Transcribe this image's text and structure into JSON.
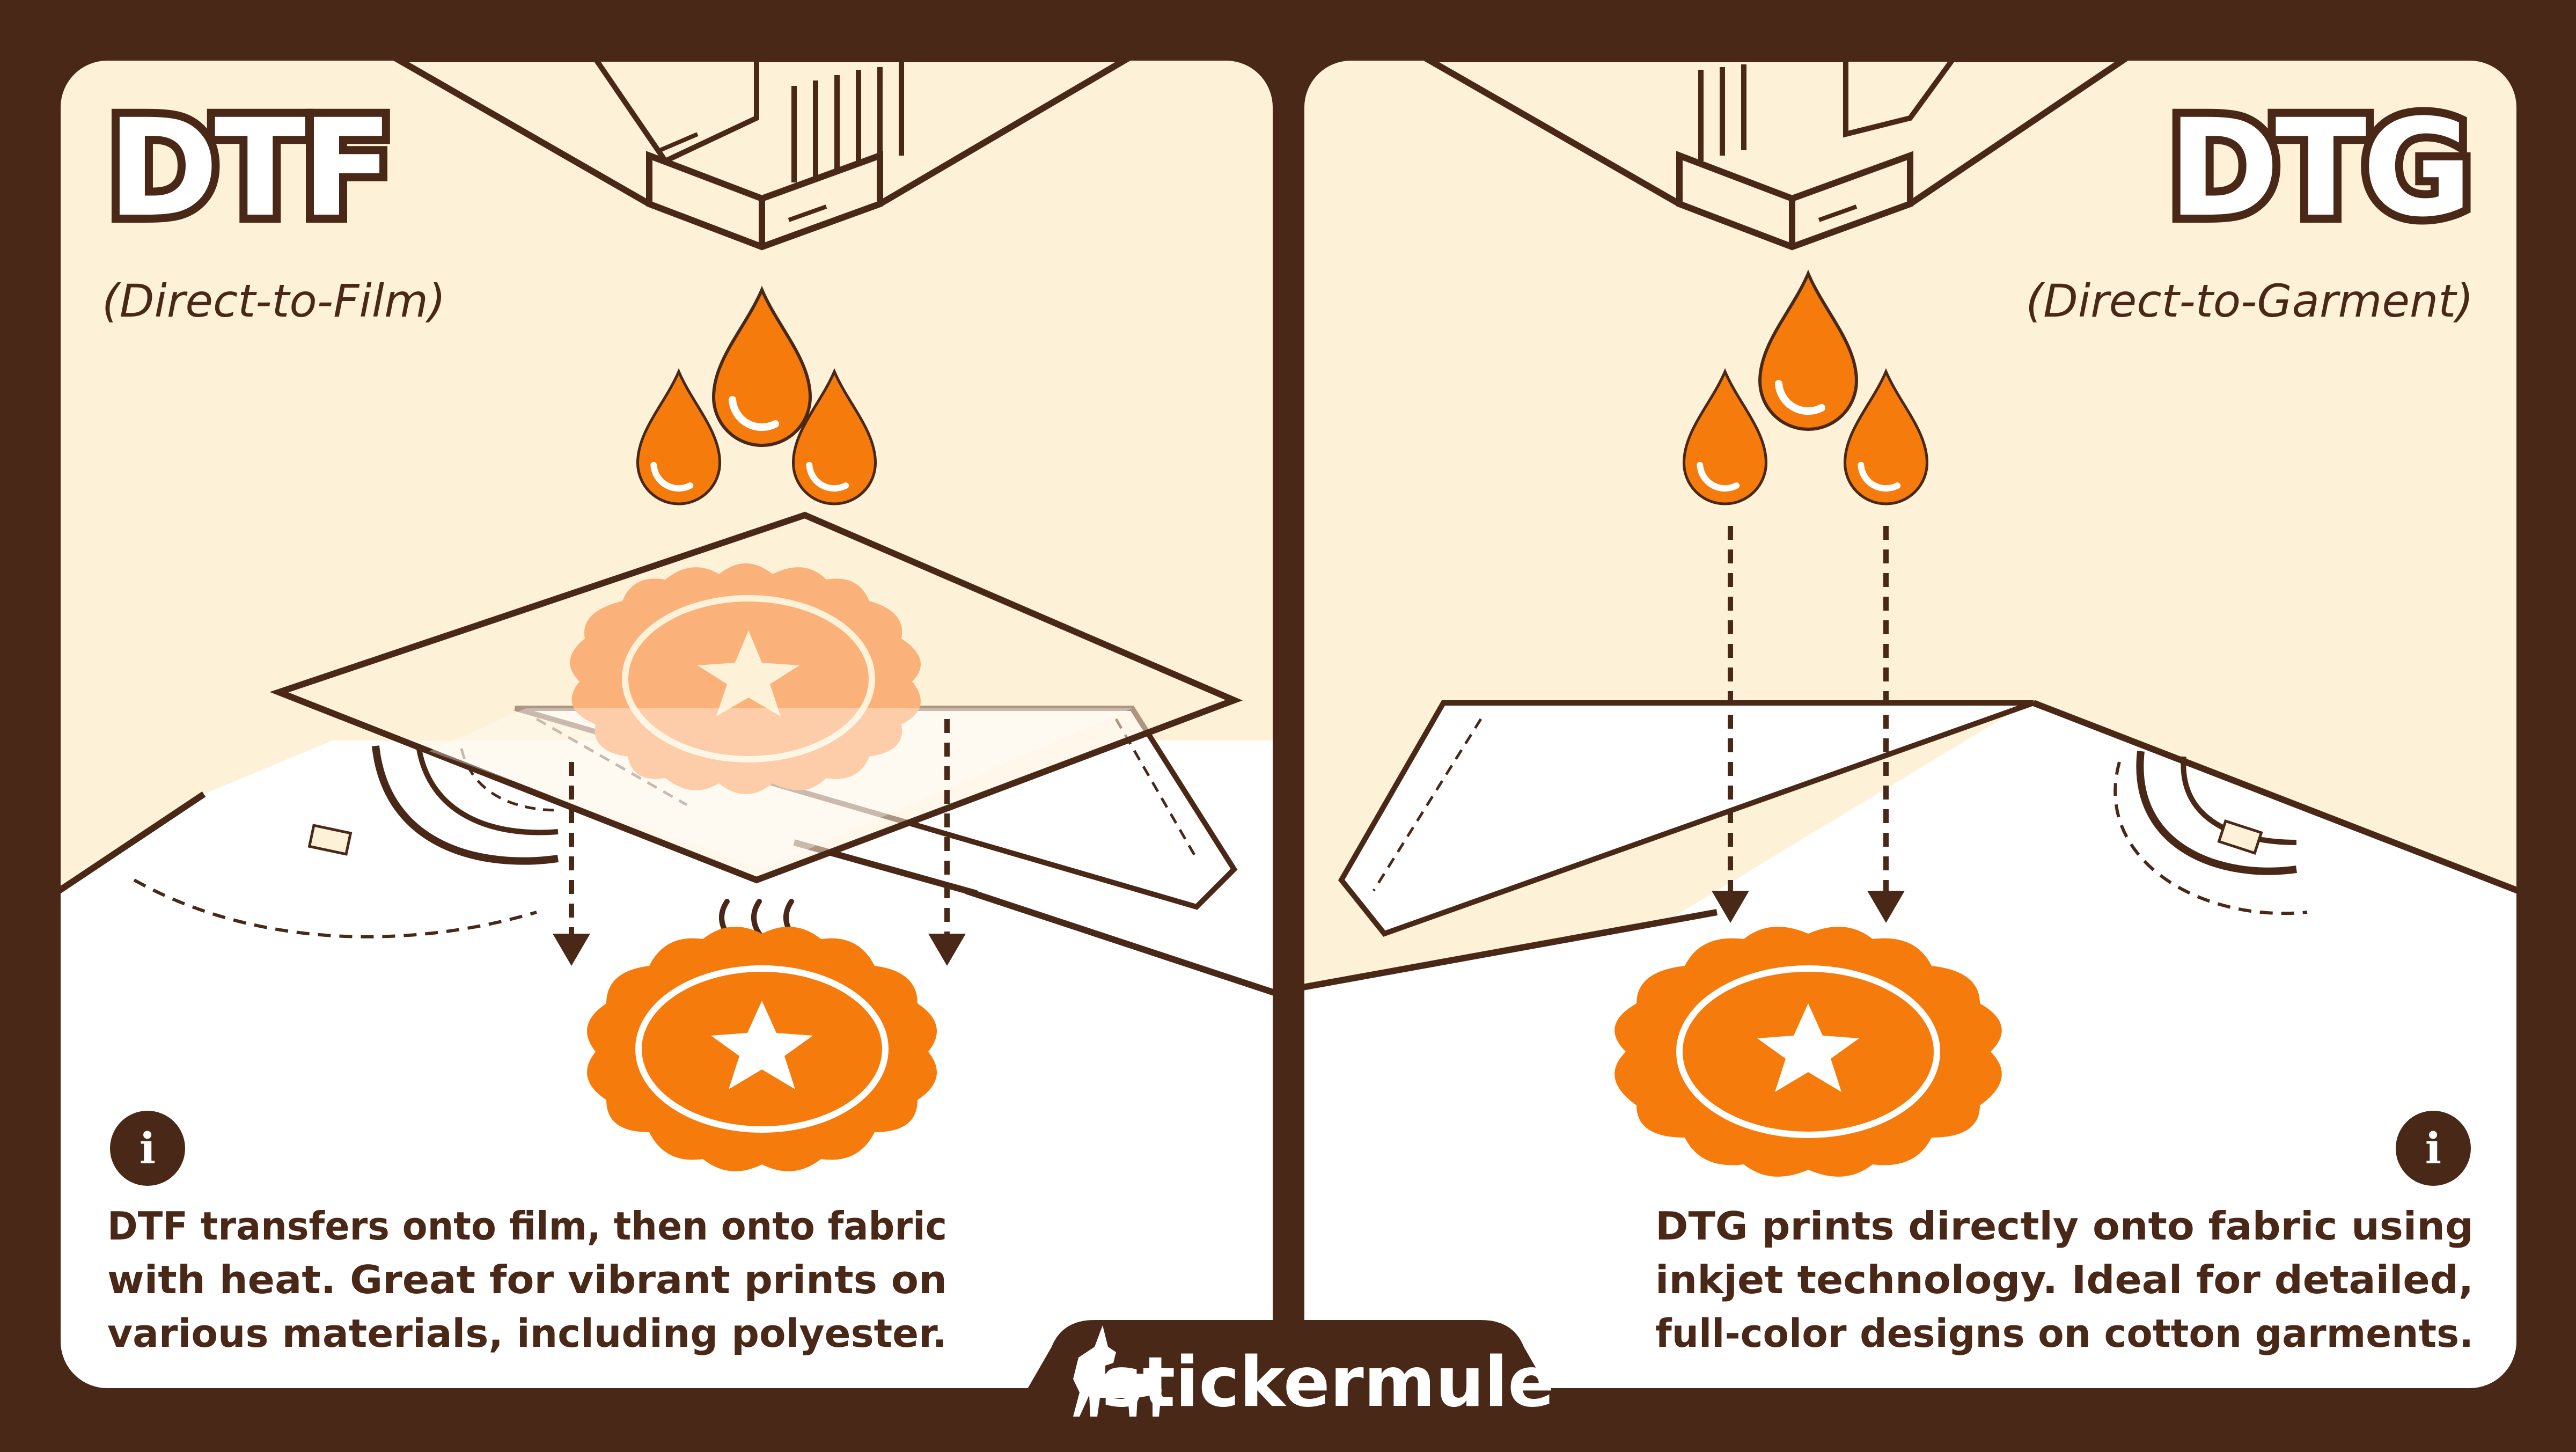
{
  "left_panel": {
    "title": "DTF",
    "subtitle": "(Direct-to-Film)",
    "info_icon": "info-icon",
    "description_lines": [
      "DTF transfers onto film, then onto fabric",
      "with heat. Great for vibrant prints on",
      "various materials, including polyester."
    ]
  },
  "right_panel": {
    "title": "DTG",
    "subtitle": "(Direct-to-Garment)",
    "info_icon": "info-icon",
    "description_lines": [
      "DTG prints directly onto fabric using",
      "inkjet technology. Ideal for detailed,",
      "full-color designs on cotton garments."
    ]
  },
  "footer": {
    "brand": "stickermule",
    "logo_icon": "mule-icon"
  },
  "colors": {
    "frame": "#4a2818",
    "background_cream": "#fdf1d8",
    "shirt_white": "#ffffff",
    "ink_orange": "#f57c0c",
    "light_orange": "#fbb27a"
  }
}
